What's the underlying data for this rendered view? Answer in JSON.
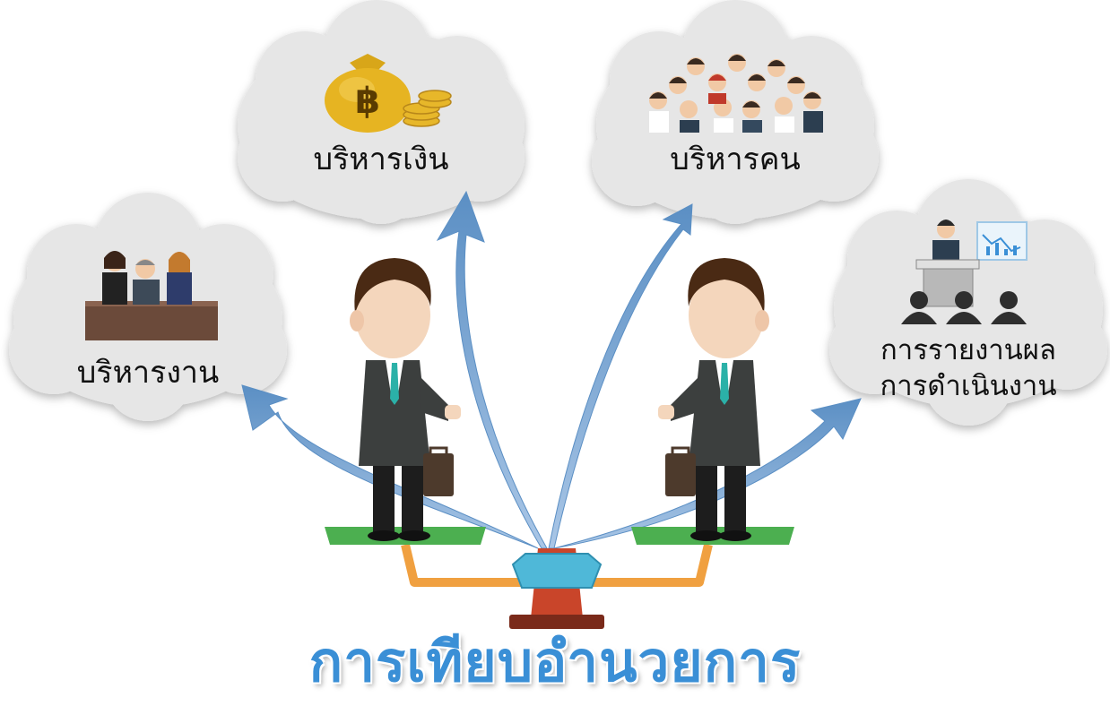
{
  "title": "การเทียบอำนวยการ",
  "clouds": {
    "work": "บริหารงาน",
    "money": "บริหารเงิน",
    "people": "บริหารคน",
    "report_line1": "การรายงานผล",
    "report_line2": "การดำเนินงาน"
  },
  "icons": {
    "money": "money-bag-icon",
    "currency_symbol": "฿",
    "people": "crowd-icon",
    "work": "office-meeting-icon",
    "report": "presentation-icon"
  },
  "colors": {
    "title": "#3a8fd6",
    "arrow": "#5b8fc4",
    "cloud": "#e6e6e6",
    "plank": "#4caf50",
    "frame": "#f0a040",
    "pivot_top": "#4fb8d8",
    "pivot_base": "#c9452a"
  }
}
